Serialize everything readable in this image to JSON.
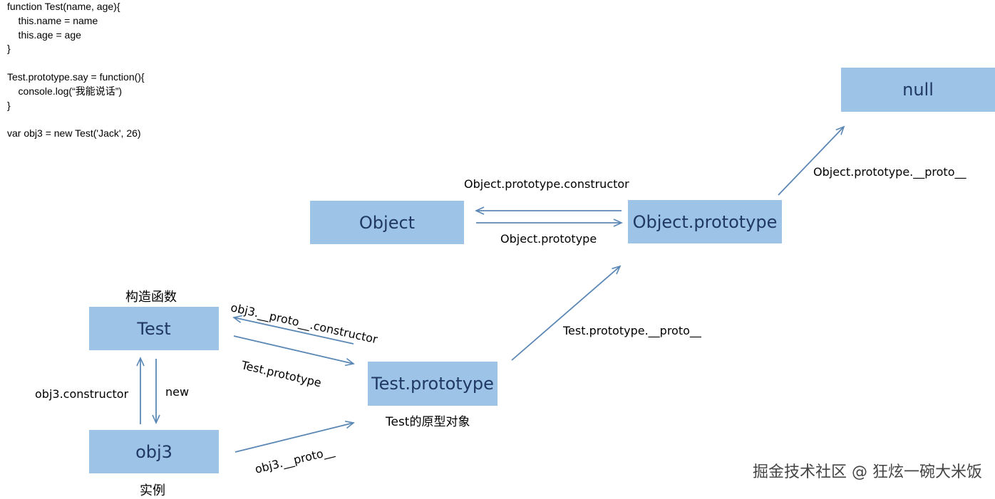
{
  "code": {
    "lines": [
      "function Test(name, age){",
      "    this.name = name",
      "    this.age = age",
      "}",
      "",
      "Test.prototype.say = function(){",
      "    console.log(“我能说话”)",
      "}",
      "",
      "var obj3 = new Test('Jack', 26)"
    ]
  },
  "nodes": {
    "null": "null",
    "object": "Object",
    "object_prototype": "Object.prototype",
    "test": "Test",
    "test_prototype": "Test.prototype",
    "obj3": "obj3"
  },
  "captions": {
    "constructor_fn": "构造函数",
    "prototype_obj": "Test的原型对象",
    "instance": "实例"
  },
  "edges": {
    "object_prototype_proto": "Object.prototype.__proto__",
    "object_prototype_constructor": "Object.prototype.constructor",
    "object_prototype": "Object.prototype",
    "obj3_proto_constructor": "obj3.__proto__.constructor",
    "test_prototype": "Test.prototype",
    "test_prototype_proto": "Test.prototype.__proto__",
    "obj3_constructor": "obj3.constructor",
    "new": "new",
    "obj3_proto": "obj3.__proto__"
  },
  "watermark": "掘金技术社区 @ 狂炫一碗大米饭",
  "colors": {
    "box": "#9dc3e6",
    "box_text": "#1f3864",
    "arrow": "#5b87b5"
  }
}
